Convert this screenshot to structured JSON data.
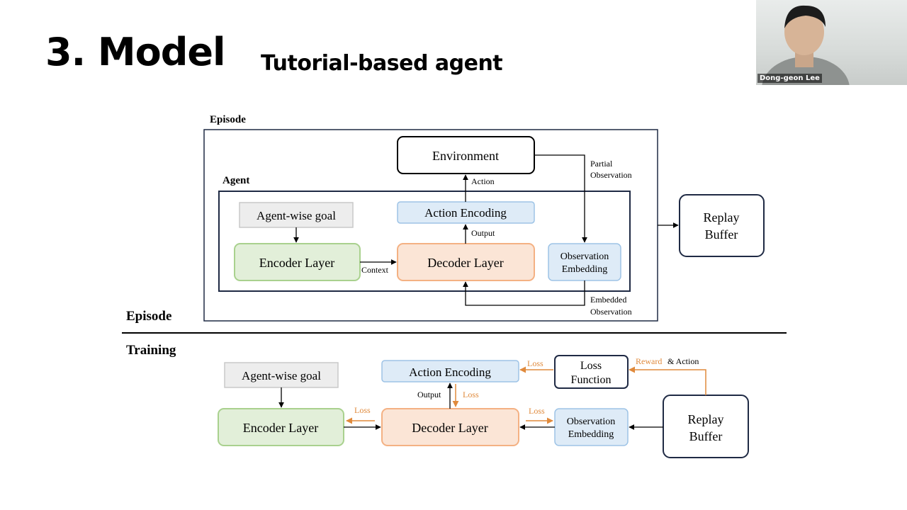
{
  "slide": {
    "title": "3. Model",
    "subtitle": "Tutorial-based agent"
  },
  "video": {
    "participant_name": "Dong-geon Lee"
  },
  "episode_diagram": {
    "frame_label": "Episode",
    "agent_label": "Agent",
    "environment": "Environment",
    "action_encoding": "Action Encoding",
    "agent_goal": "Agent-wise goal",
    "encoder": "Encoder Layer",
    "decoder": "Decoder Layer",
    "obs_embedding_line1": "Observation",
    "obs_embedding_line2": "Embedding",
    "replay_line1": "Replay",
    "replay_line2": "Buffer",
    "action_label": "Action",
    "output_label": "Output",
    "context_label": "Context",
    "partial_obs_line1": "Partial",
    "partial_obs_line2": "Observation",
    "embedded_obs_line1": "Embedded",
    "embedded_obs_line2": "Observation",
    "section_label": "Episode"
  },
  "training_diagram": {
    "section_label": "Training",
    "agent_goal": "Agent-wise goal",
    "action_encoding": "Action Encoding",
    "loss_fn_line1": "Loss",
    "loss_fn_line2": "Function",
    "encoder": "Encoder Layer",
    "decoder": "Decoder Layer",
    "obs_embedding_line1": "Observation",
    "obs_embedding_line2": "Embedding",
    "replay_line1": "Replay",
    "replay_line2": "Buffer",
    "loss_label": "Loss",
    "output_label": "Output",
    "reward_label": "Reward",
    "and_action_label": "& Action"
  },
  "colors": {
    "loss_arrow": "#e08a3c",
    "encoder_fill": "#e2efd9",
    "encoder_stroke": "#a9d18e",
    "decoder_fill": "#fbe5d6",
    "decoder_stroke": "#f4b183",
    "blue_fill": "#deebf7",
    "blue_stroke": "#9dc3e6",
    "goal_fill": "#ededed",
    "goal_stroke": "#c9c9c9",
    "frame_stroke": "#1f2a44"
  }
}
